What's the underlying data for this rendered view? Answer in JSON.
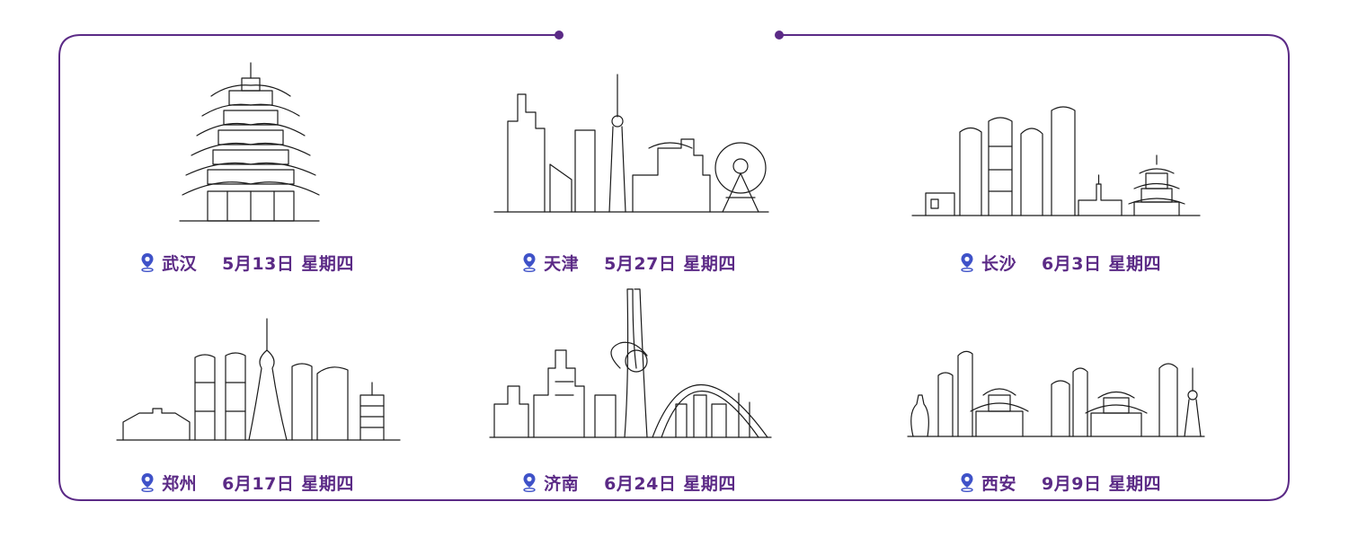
{
  "colors": {
    "accent": "#5b2a86",
    "pin": "#3f52c8",
    "line": "#1a1a1a"
  },
  "cities": [
    {
      "name": "武汉",
      "date": "5月13日",
      "weekday": "星期四",
      "icon": "pin-icon"
    },
    {
      "name": "天津",
      "date": "5月27日",
      "weekday": "星期四",
      "icon": "pin-icon"
    },
    {
      "name": "长沙",
      "date": "6月3日",
      "weekday": "星期四",
      "icon": "pin-icon"
    },
    {
      "name": "郑州",
      "date": "6月17日",
      "weekday": "星期四",
      "icon": "pin-icon"
    },
    {
      "name": "济南",
      "date": "6月24日",
      "weekday": "星期四",
      "icon": "pin-icon"
    },
    {
      "name": "西安",
      "date": "9月9日",
      "weekday": "星期四",
      "icon": "pin-icon"
    }
  ]
}
